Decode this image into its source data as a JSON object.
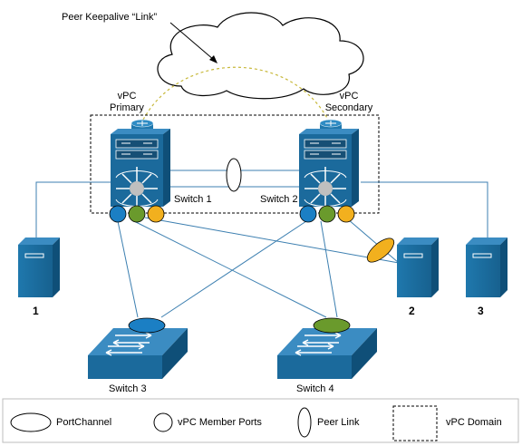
{
  "labels": {
    "keepalive": "Peer Keepalive “Link”",
    "vpc_primary_1": "vPC",
    "vpc_primary_2": "Primary",
    "vpc_secondary_1": "vPC",
    "vpc_secondary_2": "Secondary",
    "switch1": "Switch 1",
    "switch2": "Switch 2",
    "switch3": "Switch 3",
    "switch4": "Switch 4",
    "server1": "1",
    "server2": "2",
    "server3": "3"
  },
  "legend": {
    "portchannel": "PortChannel",
    "member_ports": "vPC Member Ports",
    "peer_link": "Peer Link",
    "domain": "vPC Domain"
  },
  "colors": {
    "device_blue": "#1b6a9c",
    "device_blue_dark": "#0f4f78",
    "port_blue": "#1b7fc4",
    "port_green": "#6a9a2c",
    "port_yellow": "#f2b01e",
    "link_line": "#3c7fb0",
    "keepalive_line": "#c8b93c"
  },
  "icons": [
    "cloud-icon",
    "router-icon",
    "nexus-switch-icon",
    "server-icon",
    "access-switch-icon"
  ]
}
